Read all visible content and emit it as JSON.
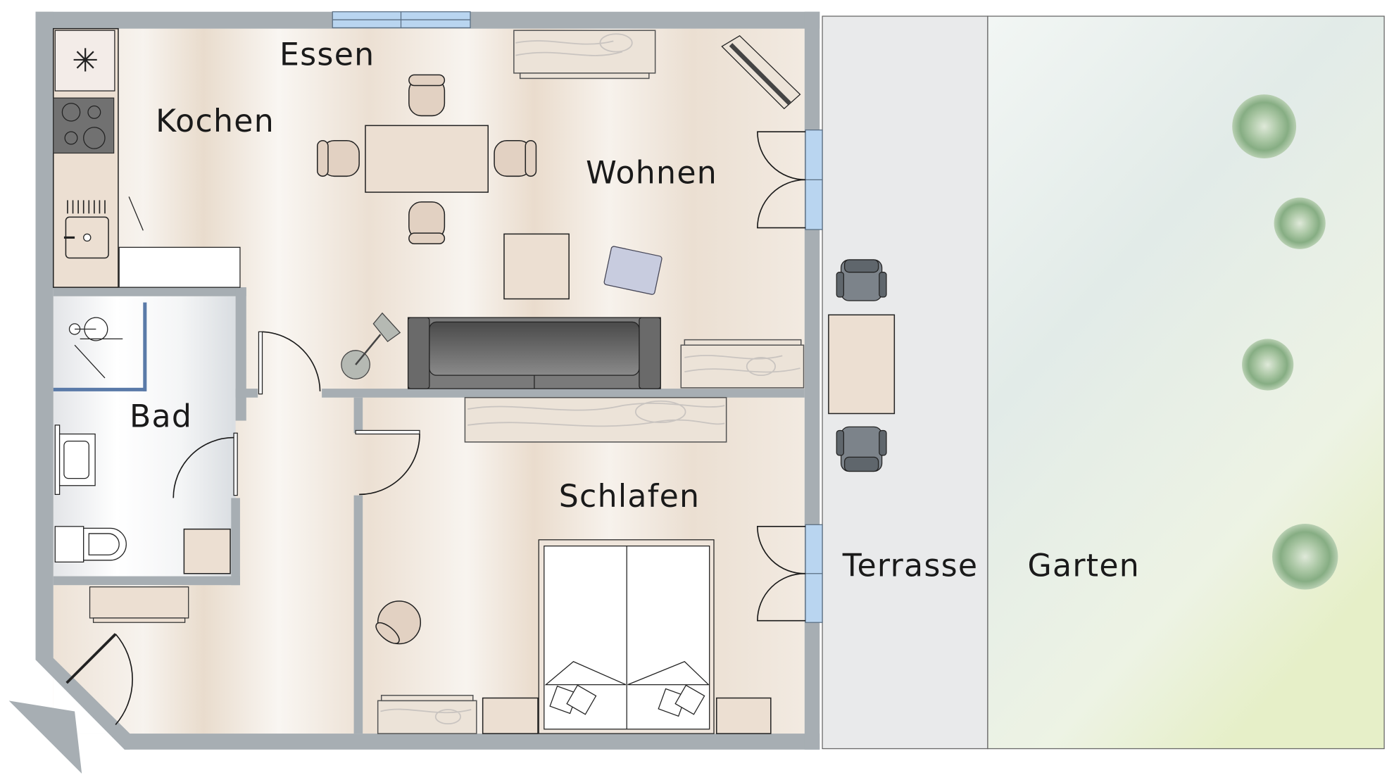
{
  "plan": {
    "rooms": {
      "essen": "Essen",
      "kochen": "Kochen",
      "wohnen": "Wohnen",
      "bad": "Bad",
      "schlafen": "Schlafen",
      "terrasse": "Terrasse",
      "garten": "Garten"
    },
    "colors": {
      "wall": "#a7aeb3",
      "floor": "#efe4d8",
      "window": "#b9d5f0",
      "terrace": "#e9eaeb",
      "garden": "#e6eee9",
      "tree": "#8db48a"
    }
  }
}
